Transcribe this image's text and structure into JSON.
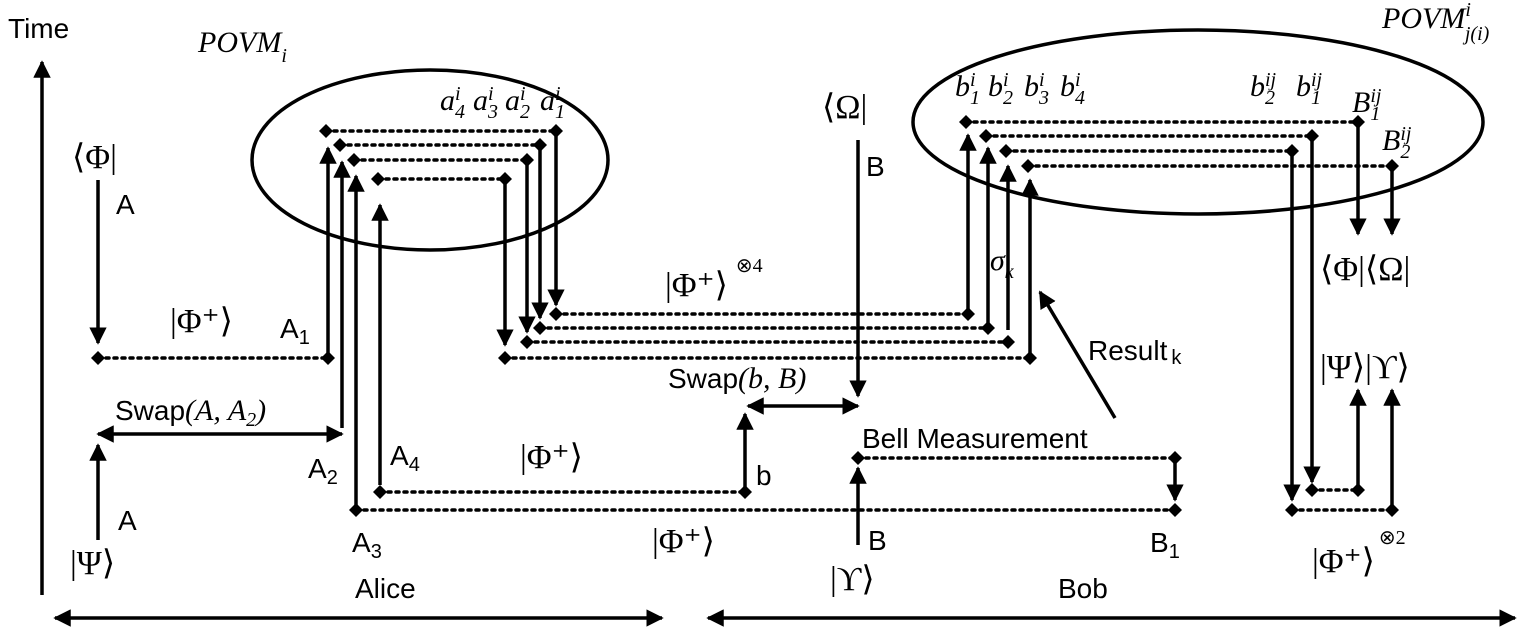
{
  "labels": {
    "time": "Time",
    "alice": "Alice",
    "bob": "Bob",
    "povm_alice": "POVM",
    "povm_alice_sub": "i",
    "povm_bob": "POVM",
    "povm_bob_sup": "i",
    "povm_bob_sub": "j(i)",
    "phi_bra": "⟨Φ|",
    "omega_bra": "⟨Ω|",
    "phi_omega_bra": "⟨Φ|⟨Ω|",
    "psi_ket": "|Ψ⟩",
    "upsilon_ket": "|ϒ⟩",
    "psi_upsilon_ket": "|Ψ⟩|ϒ⟩",
    "phi_plus_ket": "|Φ⁺⟩",
    "phi_plus_4": "|Φ⁺⟩",
    "tensor4": "⊗4",
    "tensor2": "⊗2",
    "swap_A": "Swap",
    "swap_A_args": "(A, A",
    "swap_A_args_sub": "2",
    "swap_A_args_end": ")",
    "swap_b": "Swap",
    "swap_b_args": "(b, B)",
    "bell": "Bell Measurement",
    "result": "Result",
    "result_sub": "k",
    "sigma": "σ",
    "sigma_sub": "k",
    "A": "A",
    "A_low": "A",
    "A1": "A",
    "A1_sub": "1",
    "A2": "A",
    "A2_sub": "2",
    "A3": "A",
    "A3_sub": "3",
    "A4": "A",
    "A4_sub": "4",
    "B_top": "B",
    "B_low": "B",
    "B1": "B",
    "B1_sub": "1",
    "b": "b",
    "a_labels": [
      "a",
      "a",
      "a",
      "a"
    ],
    "a_subs": [
      "4",
      "3",
      "2",
      "1"
    ],
    "a_sup": "i",
    "b_labels": [
      "b",
      "b",
      "b",
      "b"
    ],
    "b_subs": [
      "1",
      "2",
      "3",
      "4"
    ],
    "b_sup": "i",
    "bij_labels": [
      "b",
      "b"
    ],
    "bij_subs": [
      "2",
      "1"
    ],
    "ij_sup": "ij",
    "Bij_1": "B",
    "Bij_1_sub": "1",
    "Bij_2": "B",
    "Bij_2_sub": "2"
  }
}
